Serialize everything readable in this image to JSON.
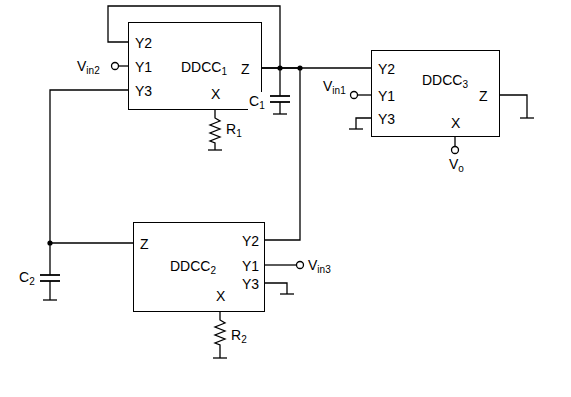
{
  "diagram": {
    "nodes": [
      {
        "text": [
          "DDCC1",
          "Y2",
          "Y1",
          "Y3",
          "Z",
          "X"
        ]
      },
      {
        "text": [
          "DDCC2",
          "Z",
          "Y2",
          "Y1",
          "Y3",
          "X"
        ]
      },
      {
        "text": [
          "DDCC3",
          "Y2",
          "Y1",
          "Y3",
          "Z",
          "X"
        ]
      }
    ],
    "edges": [
      {
        "from": 0,
        "to": 2,
        "arrow": "none"
      },
      {
        "from": 0,
        "to": 1,
        "arrow": "none"
      },
      {
        "from": 1,
        "to": 0,
        "arrow": "none"
      }
    ],
    "labels": [
      "Vin2",
      "R1",
      "C1",
      "Vin1",
      "Vo",
      "C2",
      "R2",
      "Vin3"
    ]
  }
}
